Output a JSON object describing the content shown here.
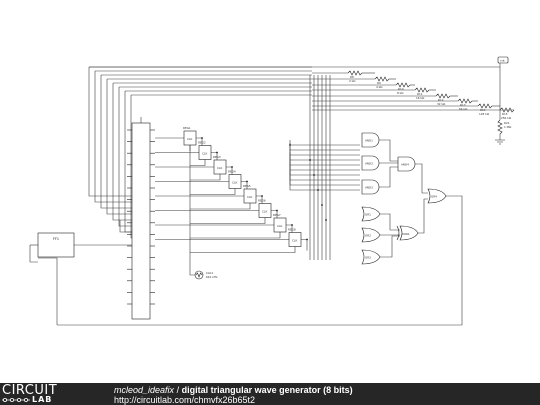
{
  "footer": {
    "logo_top": "CIRCUIT",
    "logo_bottom": "LAB",
    "author": "mcleod_ideafix",
    "separator": "/",
    "title": "digital triangular wave generator (8 bits)",
    "url": "http://circuitlab.com/chmvfx26b65t2"
  },
  "schematic": {
    "registers": [
      "REG1",
      "REG2",
      "REG3",
      "REG4",
      "REG5",
      "REG6",
      "REG7",
      "REG8"
    ],
    "and_gates": [
      "AND1",
      "AND2",
      "AND3",
      "AND4"
    ],
    "or_gates": [
      "OR1",
      "OR2",
      "OR3",
      "OR4"
    ],
    "xor_gate": "XOR1",
    "flipflop": "FF1",
    "clock": {
      "name": "CLK1",
      "freq": "610 kHz"
    },
    "resistors": [
      {
        "name": "R8",
        "value": "2 kΩ"
      },
      {
        "name": "R9",
        "value": "4 kΩ"
      },
      {
        "name": "R10",
        "value": "8 kΩ"
      },
      {
        "name": "R11",
        "value": "16 kΩ"
      },
      {
        "name": "R12",
        "value": "32 kΩ"
      },
      {
        "name": "R13",
        "value": "64 kΩ"
      },
      {
        "name": "R14",
        "value": "128 kΩ"
      },
      {
        "name": "R15",
        "value": "256 kΩ"
      },
      {
        "name": "R21",
        "value": "1 MΩ"
      }
    ],
    "output_label": "out",
    "reg_clk_label": "CLK",
    "colors": {
      "wire": "#3a3a3a",
      "footer_bg": "#262626"
    }
  }
}
